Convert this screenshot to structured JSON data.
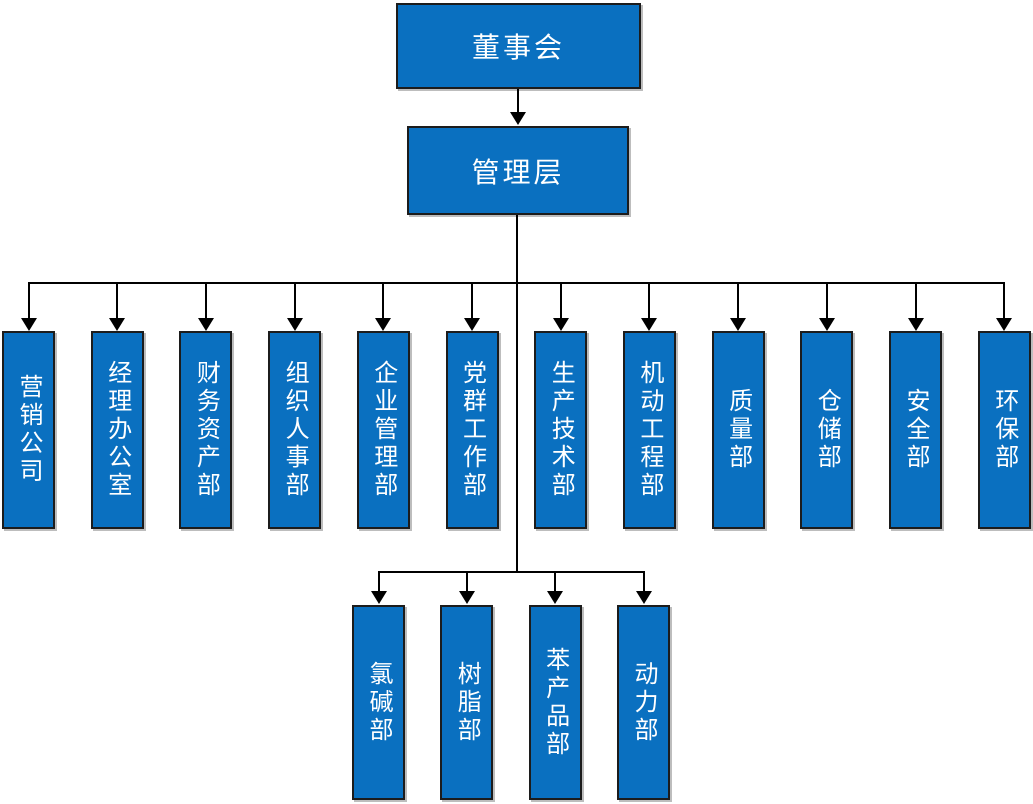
{
  "colors": {
    "box_fill": "#0a70c0",
    "box_border": "#1c1c1c",
    "connector_line": "#000000",
    "text": "#ffffff",
    "background": "#ffffff"
  },
  "org": {
    "board": {
      "label": "董事会"
    },
    "management": {
      "label": "管理层"
    },
    "departments": [
      {
        "label": "营销公司"
      },
      {
        "label": "经理办公室"
      },
      {
        "label": "财务资产部"
      },
      {
        "label": "组织人事部"
      },
      {
        "label": "企业管理部"
      },
      {
        "label": "党群工作部"
      },
      {
        "label": "生产技术部"
      },
      {
        "label": "机动工程部"
      },
      {
        "label": "质量部"
      },
      {
        "label": "仓储部"
      },
      {
        "label": "安全部"
      },
      {
        "label": "环保部"
      }
    ],
    "production_units": [
      {
        "label": "氯碱部"
      },
      {
        "label": "树脂部"
      },
      {
        "label": "苯产品部"
      },
      {
        "label": "动力部"
      }
    ]
  }
}
